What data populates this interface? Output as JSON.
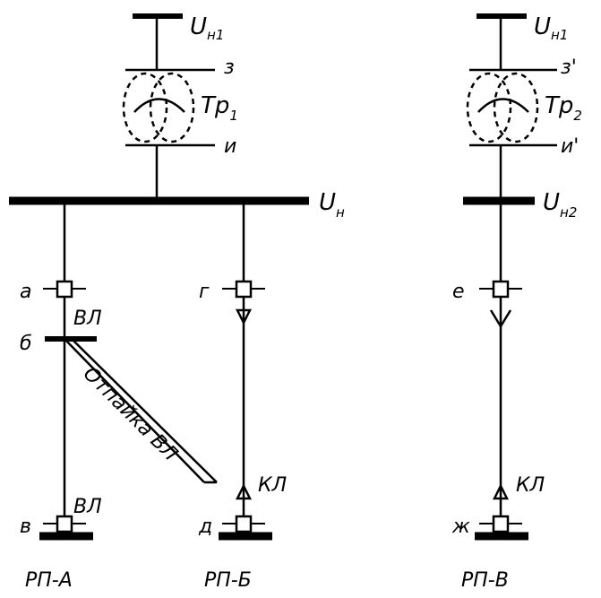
{
  "left": {
    "source_voltage": {
      "main": "U",
      "sub": "н1"
    },
    "transformer": {
      "main": "Тр",
      "sub": "1"
    },
    "winding_top": "з",
    "winding_bottom": "и",
    "bus_voltage": {
      "main": "U",
      "sub": "н"
    },
    "node_a": "а",
    "node_b": "б",
    "node_v": "в",
    "node_g": "г",
    "node_d": "д",
    "line_upper": "ВЛ",
    "line_lower": "ВЛ",
    "tap_label": "Отпайка ВЛ",
    "cable_line": "КЛ",
    "substation_a": "РП-А",
    "substation_b": "РП-Б"
  },
  "right": {
    "source_voltage": {
      "main": "U",
      "sub": "н1"
    },
    "transformer": {
      "main": "Тр",
      "sub": "2"
    },
    "winding_top": "з'",
    "winding_bottom": "и'",
    "bus_voltage": {
      "main": "U",
      "sub": "н2"
    },
    "node_e": "е",
    "node_zh": "ж",
    "cable_line": "КЛ",
    "substation_v": "РП-В"
  }
}
